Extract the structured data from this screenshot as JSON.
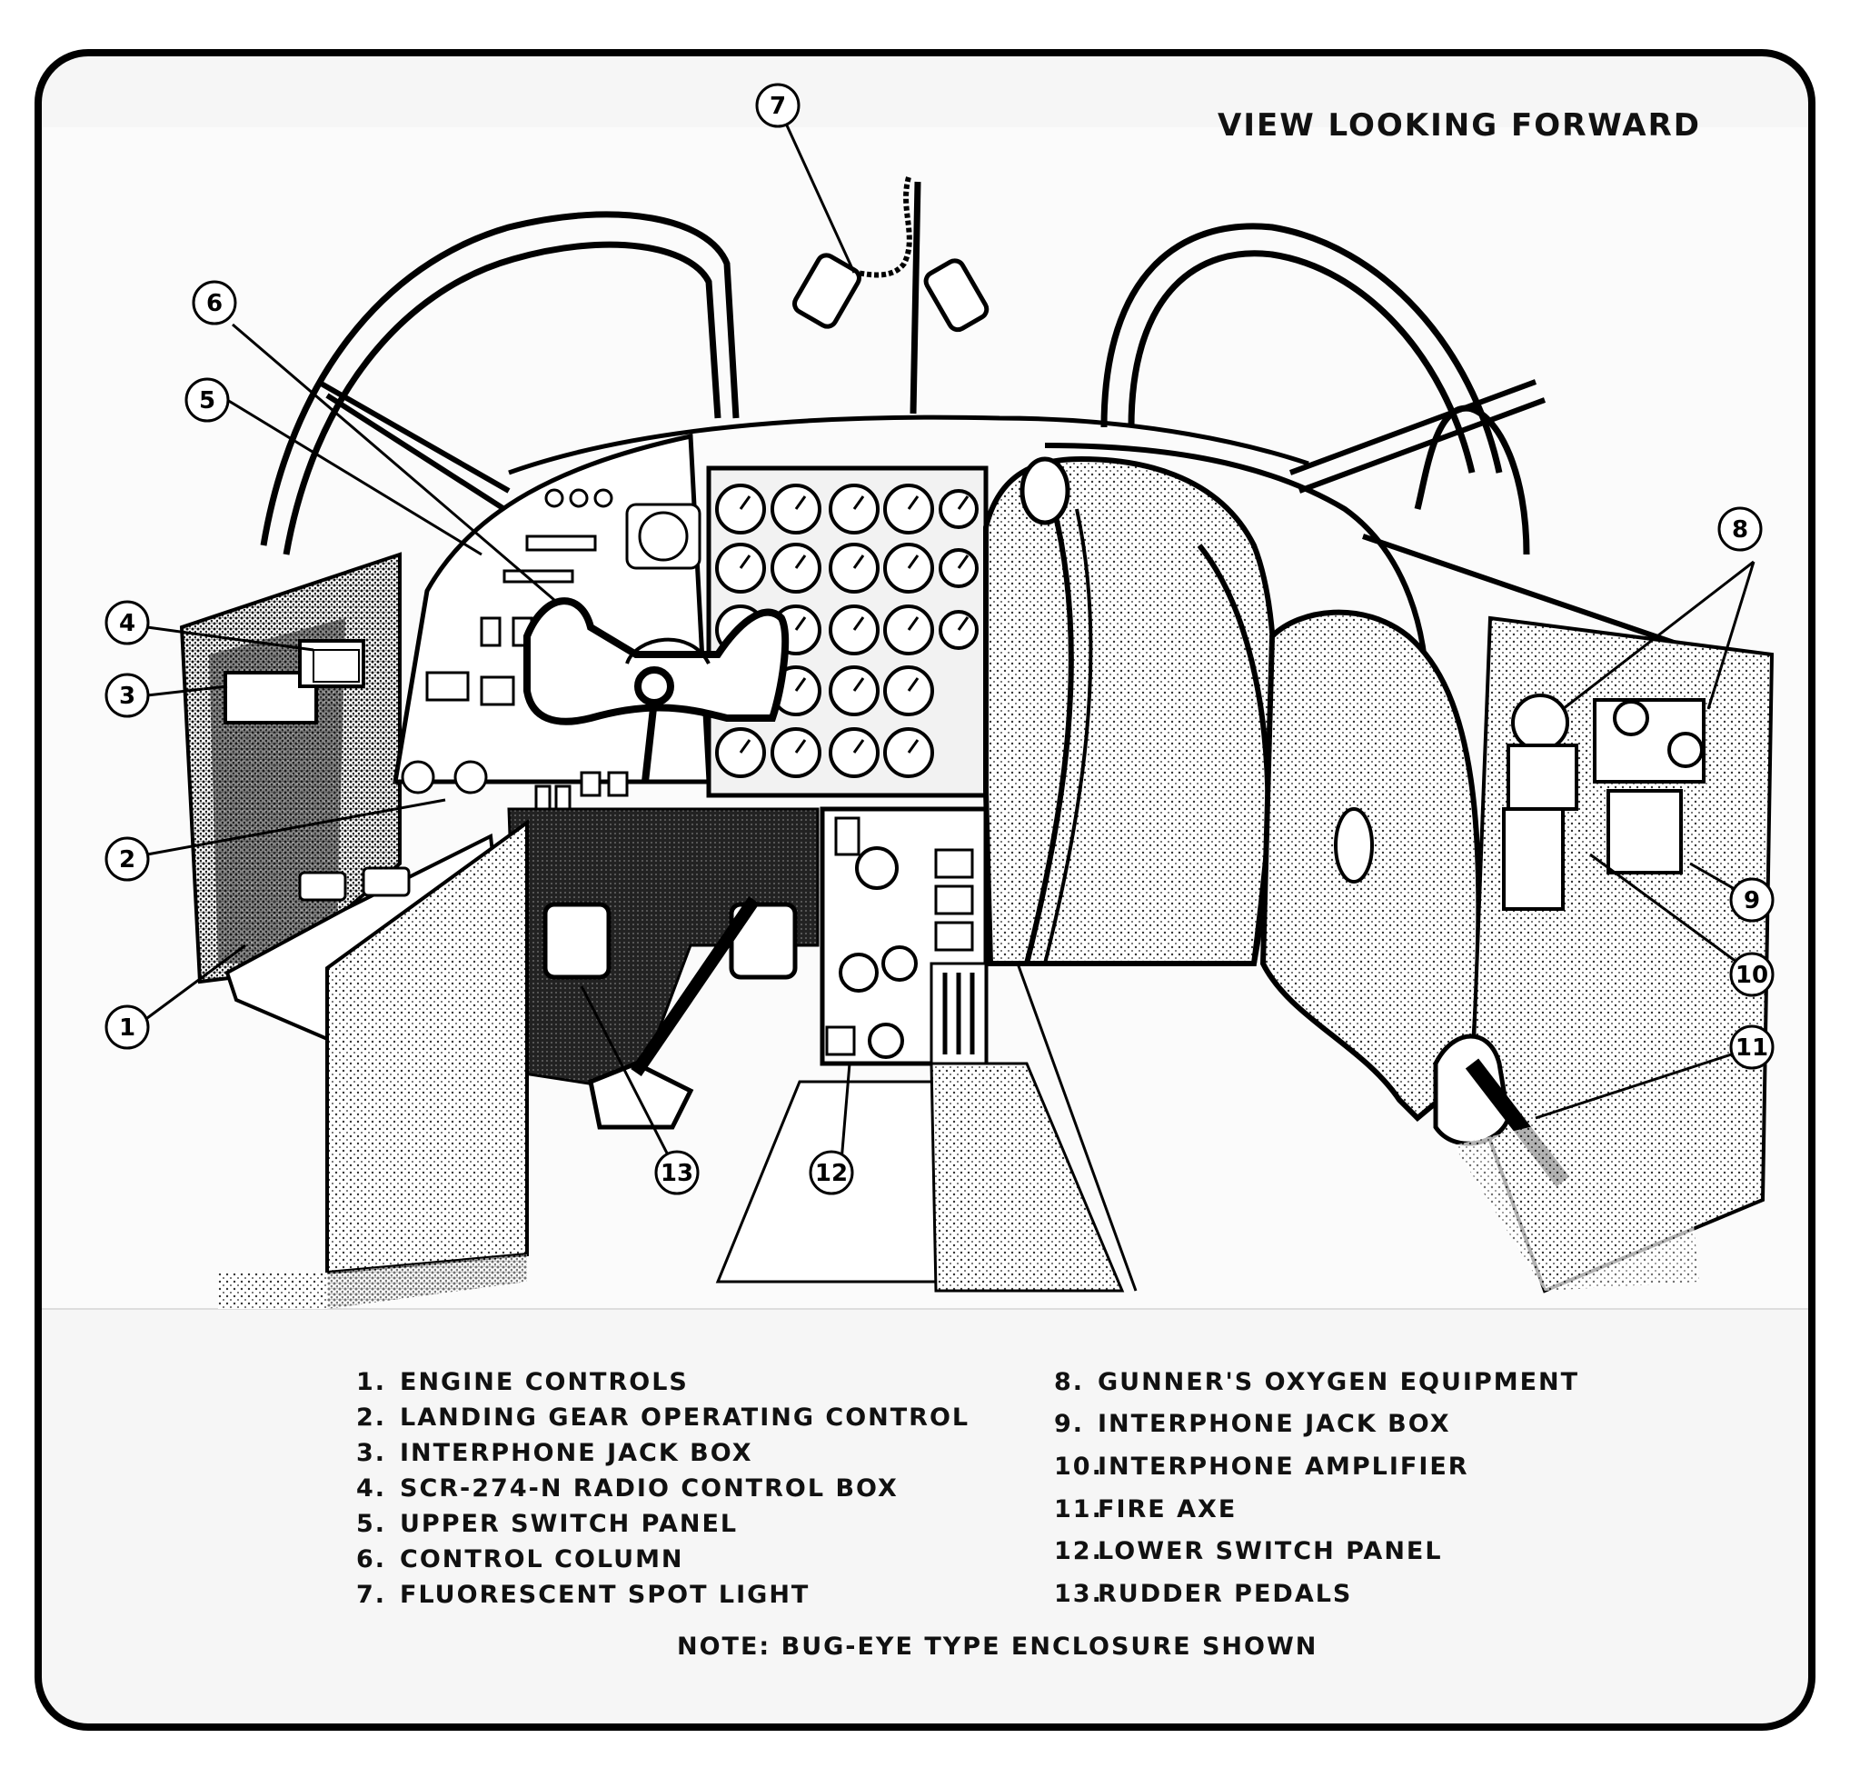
{
  "title": "VIEW LOOKING FORWARD",
  "callouts": [
    "1",
    "2",
    "3",
    "4",
    "5",
    "6",
    "7",
    "8",
    "9",
    "10",
    "11",
    "12",
    "13"
  ],
  "legend_left": [
    {
      "num": "1.",
      "text": "ENGINE CONTROLS"
    },
    {
      "num": "2.",
      "text": "LANDING GEAR OPERATING CONTROL"
    },
    {
      "num": "3.",
      "text": "INTERPHONE JACK BOX"
    },
    {
      "num": "4.",
      "text": "SCR-274-N RADIO CONTROL BOX"
    },
    {
      "num": "5.",
      "text": "UPPER SWITCH PANEL"
    },
    {
      "num": "6.",
      "text": "CONTROL COLUMN"
    },
    {
      "num": "7.",
      "text": "FLUORESCENT SPOT LIGHT"
    }
  ],
  "legend_right": [
    {
      "num": "8.",
      "text": "GUNNER'S OXYGEN EQUIPMENT"
    },
    {
      "num": "9.",
      "text": "INTERPHONE JACK BOX"
    },
    {
      "num": "10.",
      "text": "INTERPHONE AMPLIFIER"
    },
    {
      "num": "11.",
      "text": "FIRE AXE"
    },
    {
      "num": "12.",
      "text": "LOWER SWITCH PANEL"
    },
    {
      "num": "13.",
      "text": "RUDDER PEDALS"
    }
  ],
  "note": "NOTE: BUG-EYE TYPE ENCLOSURE SHOWN"
}
